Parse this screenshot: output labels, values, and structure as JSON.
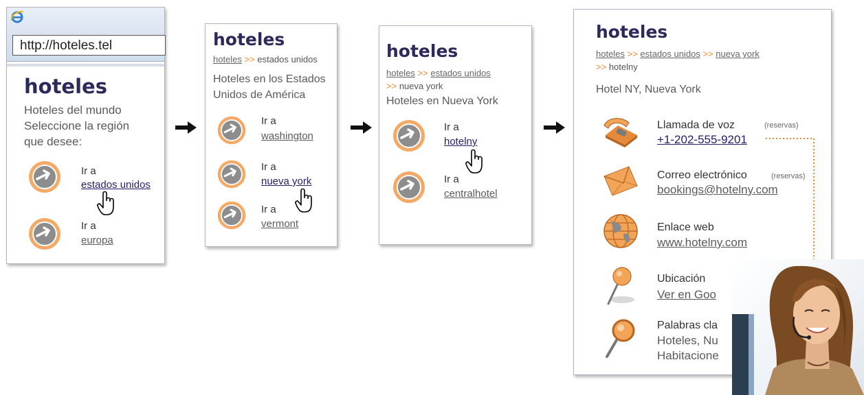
{
  "colors": {
    "brand": "#2b2a5a",
    "accent": "#f08a2a",
    "link_active": "#25206b",
    "panel_border": "#b9b0c4"
  },
  "screen1": {
    "address": "http://hoteles.tel",
    "title": "hoteles",
    "subtitle_lines": [
      "Hoteles del mundo",
      "Seleccione la región",
      "que desee:"
    ],
    "items": [
      {
        "prefix": "Ir a",
        "link": "estados unidos"
      },
      {
        "prefix": "Ir a",
        "link": "europa"
      }
    ]
  },
  "screen2": {
    "title": "hoteles",
    "breadcrumb": {
      "root": "hoteles",
      "sep": ">>",
      "current": "estados unidos"
    },
    "heading_lines": [
      "Hoteles en los Estados",
      "Unidos de América"
    ],
    "items": [
      {
        "prefix": "Ir a",
        "link": "washington"
      },
      {
        "prefix": "Ir a",
        "link": "nueva york"
      },
      {
        "prefix": "Ir a",
        "link": "vermont"
      }
    ]
  },
  "screen3": {
    "title": "hoteles",
    "breadcrumb": {
      "root": "hoteles",
      "sep1": ">>",
      "mid": "estados unidos",
      "sep2": ">>",
      "current": "nueva york"
    },
    "heading": "Hoteles en Nueva York",
    "items": [
      {
        "prefix": "Ir a",
        "link": "hotelny"
      },
      {
        "prefix": "Ir a",
        "link": "centralhotel"
      }
    ]
  },
  "screen4": {
    "title": "hoteles",
    "breadcrumb": {
      "root": "hoteles",
      "sep1": ">>",
      "mid1": "estados unidos",
      "sep2": ">>",
      "mid2": "nueva york",
      "sep3": ">>",
      "current": "hotelny"
    },
    "heading": "Hotel NY, Nueva York",
    "rows": [
      {
        "label": "Llamada de voz",
        "note": "(reservas)",
        "value": "+1-202-555-9201",
        "icon": "telephone-icon"
      },
      {
        "label": "Correo electrónico",
        "note": "(reservas)",
        "value": "bookings@hotelny.com",
        "icon": "envelope-icon"
      },
      {
        "label": "Enlace web",
        "note": "",
        "value": "www.hotelny.com",
        "icon": "globe-icon"
      },
      {
        "label": "Ubicación",
        "note": "",
        "value": "Ver en Goo",
        "icon": "map-pin-icon"
      },
      {
        "label": "Palabras cla",
        "note": "",
        "value": "Hoteles, Nu",
        "value2": "Habitacione",
        "icon": "magnifier-icon"
      }
    ]
  }
}
